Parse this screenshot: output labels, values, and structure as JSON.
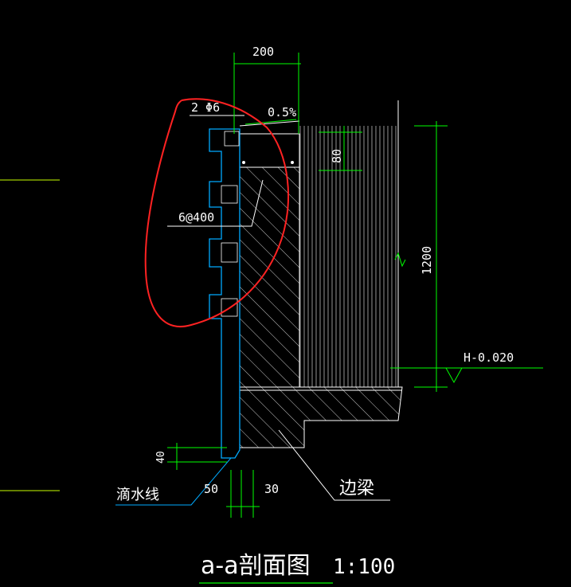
{
  "colors": {
    "background": "#000000",
    "concrete_outline": "#ffffff",
    "dimension": "#00ff00",
    "outer_profile": "#00aaff",
    "hatch": "#d0d0d0",
    "annotation": "#ffffff",
    "markup": "#ff2222",
    "level_line": "#c8ff00"
  },
  "dimensions": {
    "top_width": "200",
    "slope": "0.5%",
    "rebar_top": "2 Φ6",
    "rebar_dist": "6@400",
    "depth_80": "80",
    "height_1200": "1200",
    "drip_40": "40",
    "bottom_50": "50",
    "bottom_30": "30"
  },
  "labels": {
    "level": "H-0.020",
    "drip_line": "滴水线",
    "edge_beam": "边梁",
    "section_title": "a-a剖面图",
    "scale": "1:100"
  }
}
